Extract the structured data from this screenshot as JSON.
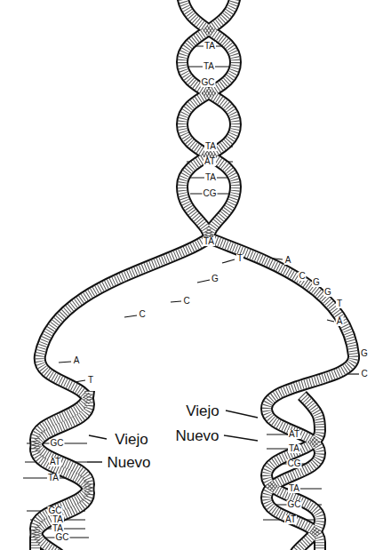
{
  "diagram": {
    "labels": [
      "TA",
      "TA",
      "GC",
      "TA",
      "AT",
      "TA",
      "CG",
      "TA",
      "T",
      "G",
      "C",
      "C",
      "A",
      "T",
      "A",
      "C",
      "G",
      "G",
      "T",
      "A",
      "G",
      "C",
      "Viejo",
      "GC",
      "Nuevo",
      "AT",
      "TA",
      "GC",
      "TA",
      "TA",
      "GC",
      "Viejo",
      "Nuevo",
      "AT",
      "TA",
      "CG",
      "TA",
      "GC",
      "AT"
    ]
  }
}
